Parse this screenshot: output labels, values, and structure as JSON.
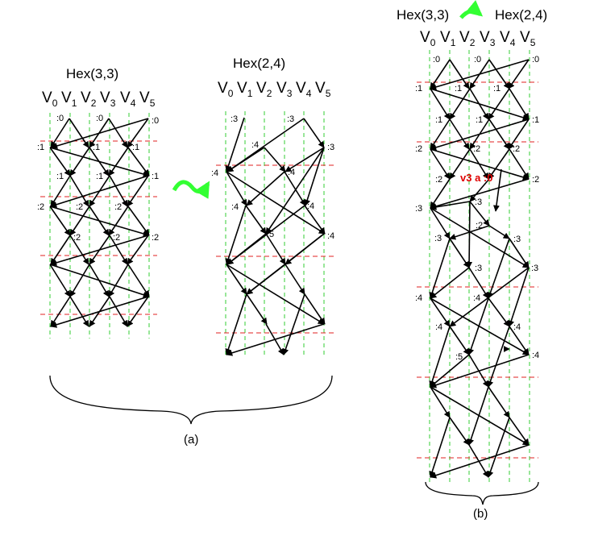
{
  "panel_a": {
    "left_title": "Hex(3,3)",
    "right_title": "Hex(2,4)",
    "caption": "(a)"
  },
  "panel_b": {
    "title_from": "Hex(3,3)",
    "title_to": "Hex(2,4)",
    "caption": "(b)",
    "annotation": "v3 a :0"
  },
  "vertex_labels": [
    "V0",
    "V1",
    "V2",
    "V3",
    "V4",
    "V5"
  ],
  "tags": {
    "left": [
      ":0",
      ":0",
      ":0",
      ":1",
      ":1",
      ":1",
      ":1",
      ":1",
      ":1",
      ":2",
      ":2",
      ":2",
      ":2",
      ":2",
      ":2"
    ],
    "right": [
      ":3",
      ":3",
      ":4",
      ":3",
      ":4",
      ":4",
      ":4",
      ":4",
      ":5",
      ":4"
    ],
    "b": [
      ":0",
      ":0",
      ":0",
      ":1",
      ":1",
      ":1",
      ":1",
      ":1",
      ":1",
      ":2",
      ":2",
      ":2",
      ":2",
      ":2",
      ":2",
      ":3",
      ":3",
      ":3",
      ":3",
      ":3",
      ":3",
      ":4",
      ":4",
      ":4",
      ":4",
      ":4",
      ":5"
    ]
  },
  "colors": {
    "timeline": "#33cc33",
    "round_divider": "#e02020",
    "annotation": "#e00000",
    "arrow": "#33ff33"
  }
}
